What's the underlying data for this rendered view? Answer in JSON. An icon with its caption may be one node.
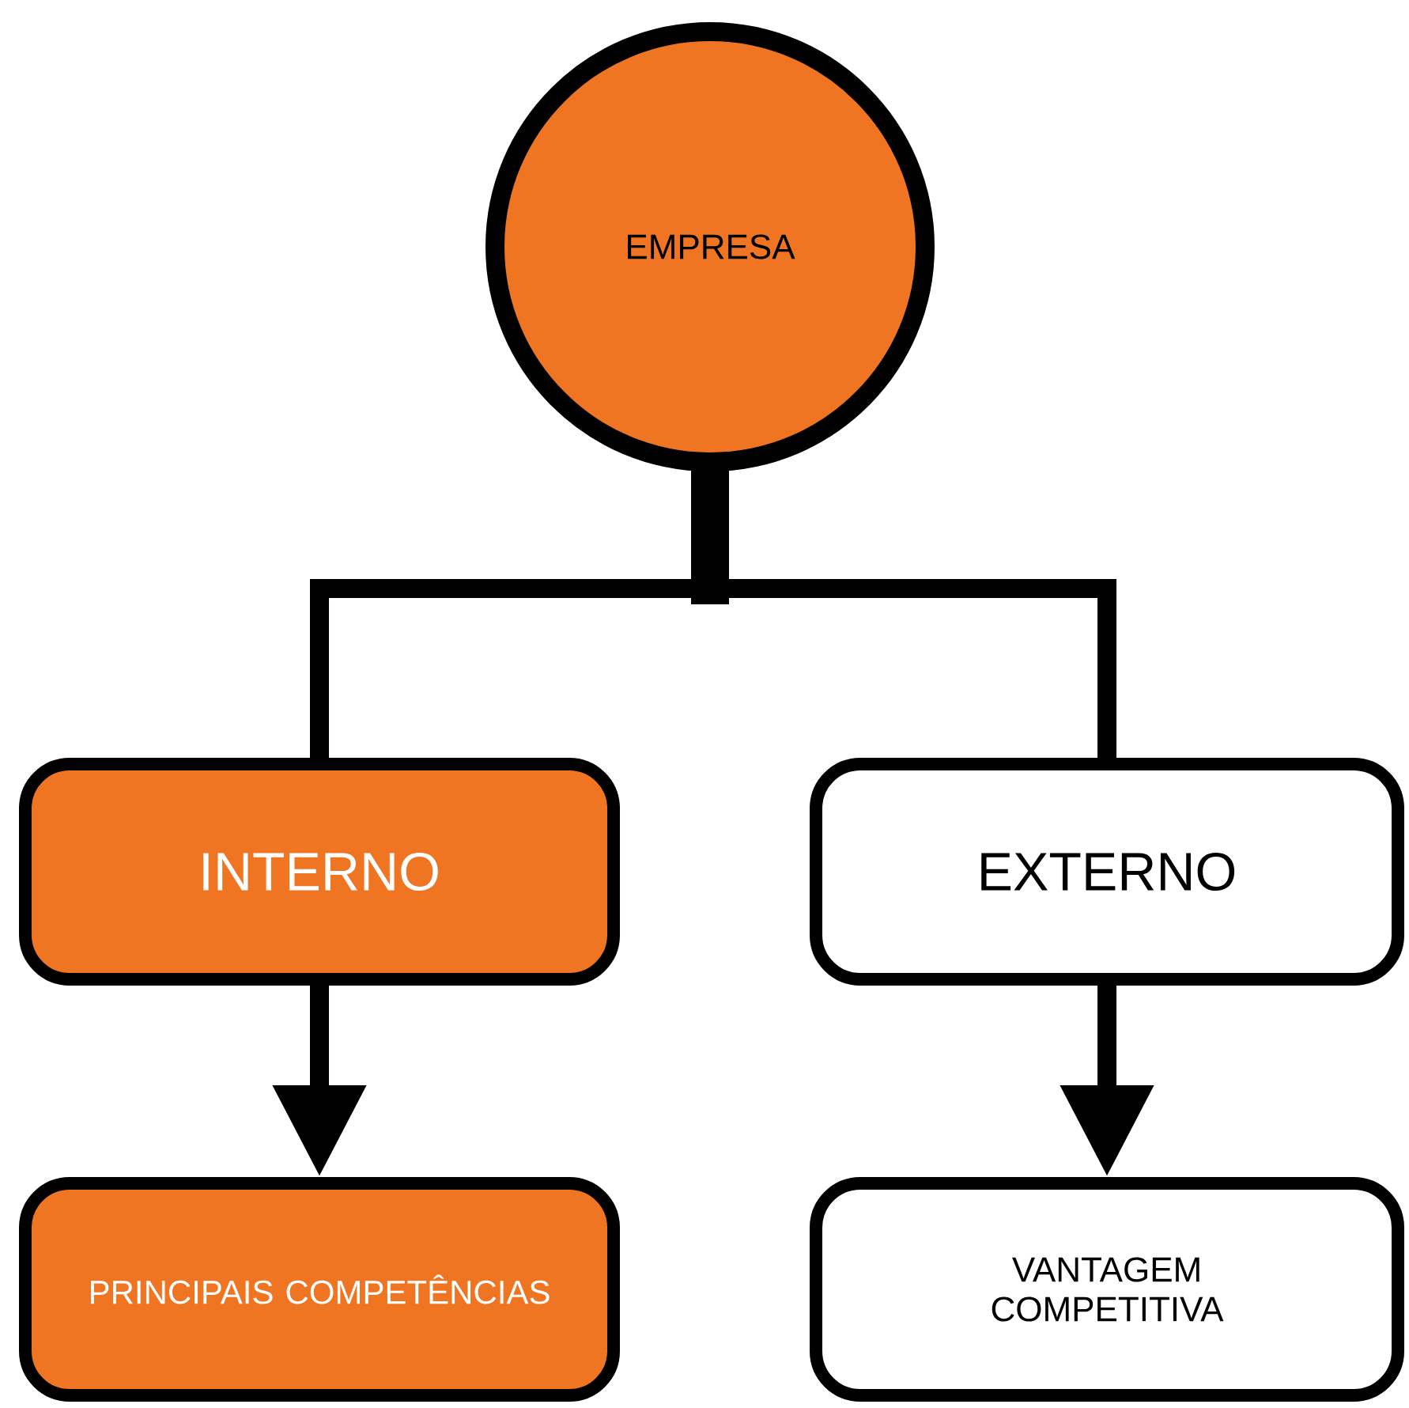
{
  "diagram": {
    "nodes": [
      {
        "text": [
          "EMPRESA"
        ]
      },
      {
        "text": [
          "INTERNO"
        ]
      },
      {
        "text": [
          "EXTERNO"
        ]
      },
      {
        "text": [
          "PRINCIPAIS COMPETÊNCIAS"
        ]
      },
      {
        "text": [
          "VANTAGEM COMPETITIVA"
        ]
      }
    ],
    "edges": [
      {
        "from": 0,
        "to": 1,
        "arrow": "none"
      },
      {
        "from": 0,
        "to": 2,
        "arrow": "none"
      },
      {
        "from": 1,
        "to": 3,
        "arrow": "to"
      },
      {
        "from": 2,
        "to": 4,
        "arrow": "to"
      }
    ]
  }
}
